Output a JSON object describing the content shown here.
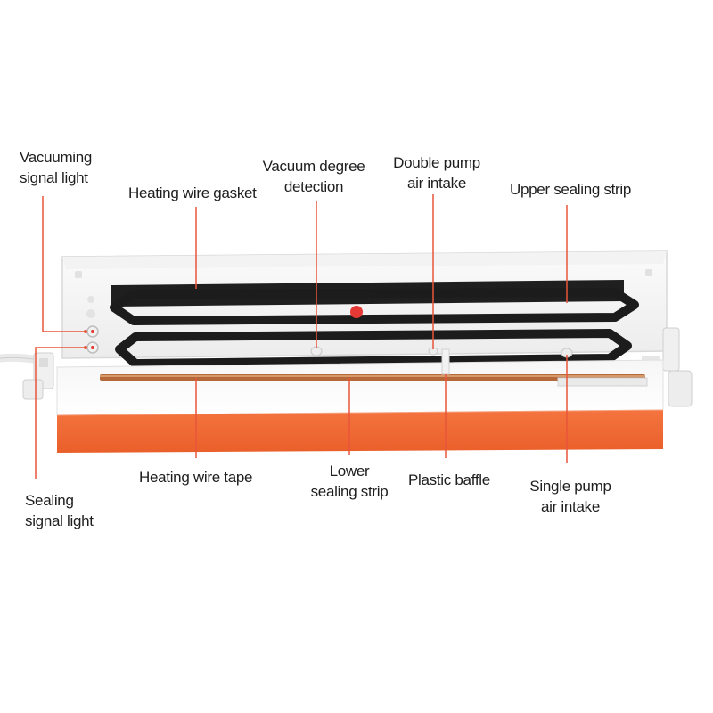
{
  "labels": {
    "vacuuming_signal_light": [
      "Vacuuming",
      "signal light"
    ],
    "heating_wire_gasket": [
      "Heating wire gasket"
    ],
    "vacuum_degree_detection": [
      "Vacuum degree",
      "detection"
    ],
    "double_pump_air_intake": [
      "Double pump",
      "air intake"
    ],
    "upper_sealing_strip": [
      "Upper sealing strip"
    ],
    "sealing_signal_light": [
      "Sealing",
      "signal light"
    ],
    "heating_wire_tape": [
      "Heating wire tape"
    ],
    "lower_sealing_strip": [
      "Lower",
      "sealing strip"
    ],
    "plastic_baffle": [
      "Plastic baffle"
    ],
    "single_pump_air_intake": [
      "Single pump",
      "air intake"
    ]
  },
  "colors": {
    "leader_line": "#e8553a",
    "device_accent": "#f26a35",
    "gasket": "#1c1c1c",
    "heating_tape": "#b56a3c",
    "indicator_dot": "#e53935"
  }
}
